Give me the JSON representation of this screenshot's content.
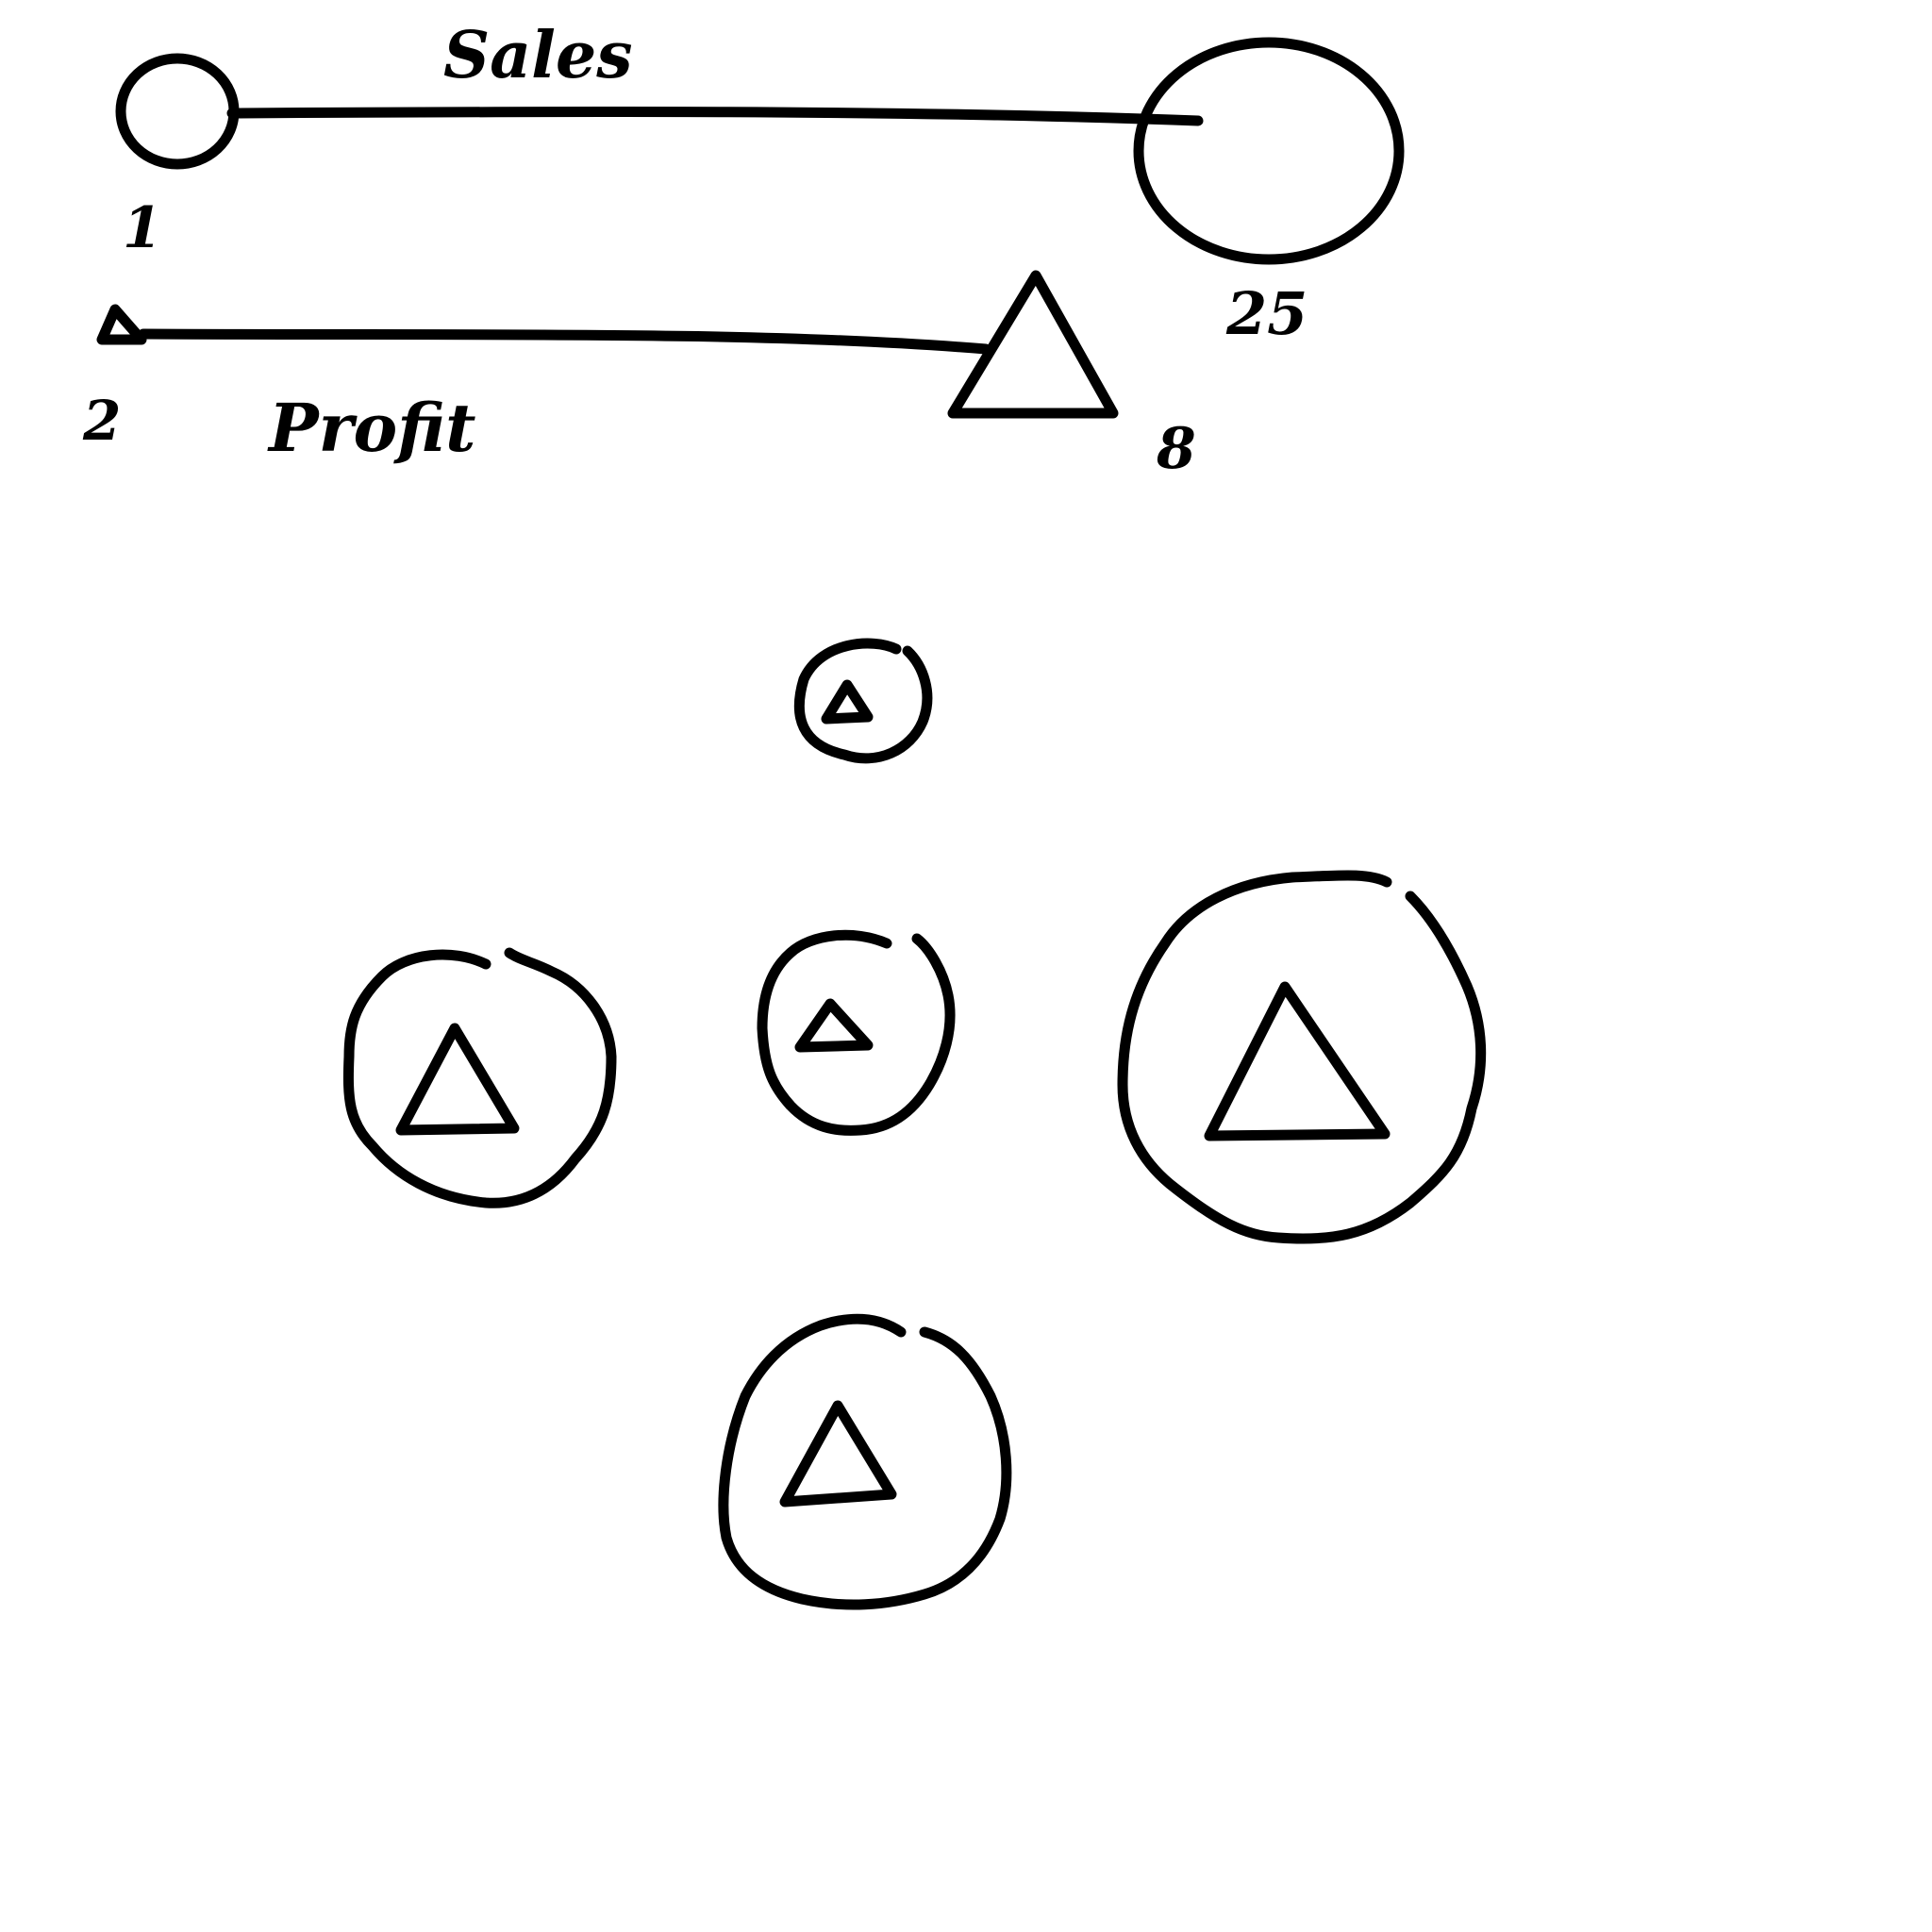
{
  "legend": {
    "circle_row": {
      "value_left": "1",
      "label": "Sales",
      "value_right": "25"
    },
    "triangle_row": {
      "value_left": "2",
      "label": "Profit",
      "value_right": "8"
    }
  },
  "glyphs": {
    "circle_shape": "circle",
    "triangle_shape": "triangle"
  },
  "colors": {
    "ink": "#000000",
    "background": "#ffffff"
  }
}
